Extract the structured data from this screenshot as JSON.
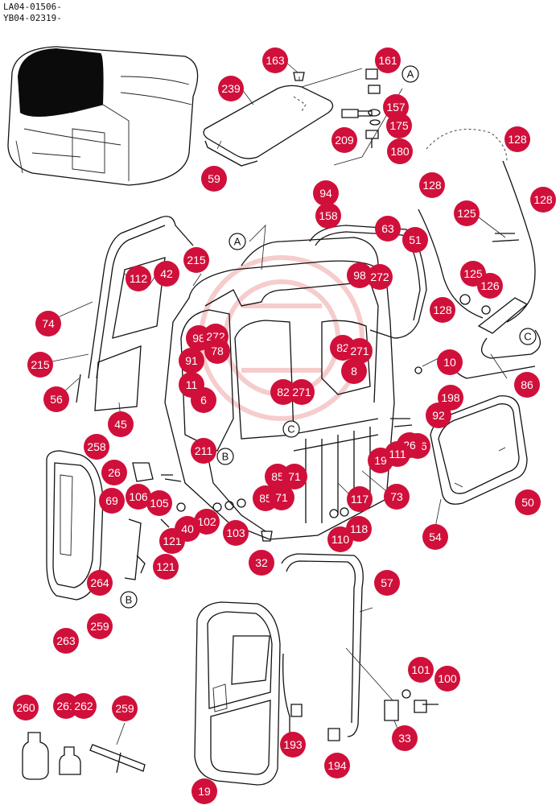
{
  "header": {
    "code_1": "LA04-01506-",
    "code_2": "YB04-02319-"
  },
  "refs": [
    "A",
    "A",
    "B",
    "B",
    "C",
    "C"
  ],
  "callouts": [
    "163",
    "161",
    "239",
    "157",
    "175",
    "209",
    "180",
    "59",
    "128",
    "94",
    "128",
    "128",
    "158",
    "125",
    "63",
    "51",
    "215",
    "112",
    "42",
    "98",
    "272",
    "125",
    "126",
    "74",
    "128",
    "98",
    "272",
    "91",
    "78",
    "82",
    "271",
    "8",
    "10",
    "215",
    "11",
    "198",
    "92",
    "56",
    "6",
    "82",
    "271",
    "45",
    "86",
    "258",
    "211",
    "26",
    "126",
    "50",
    "26",
    "85",
    "71",
    "19",
    "111",
    "69",
    "106",
    "105",
    "85",
    "71",
    "117",
    "73",
    "102",
    "103",
    "121",
    "40",
    "118",
    "110",
    "54",
    "32",
    "121",
    "264",
    "57",
    "263",
    "259",
    "101",
    "100",
    "260",
    "261",
    "262",
    "259",
    "193",
    "33",
    "194",
    "19"
  ],
  "colors": {
    "callout": "#d0103a",
    "line": "#111111",
    "watermark": "#f2b6b6"
  }
}
